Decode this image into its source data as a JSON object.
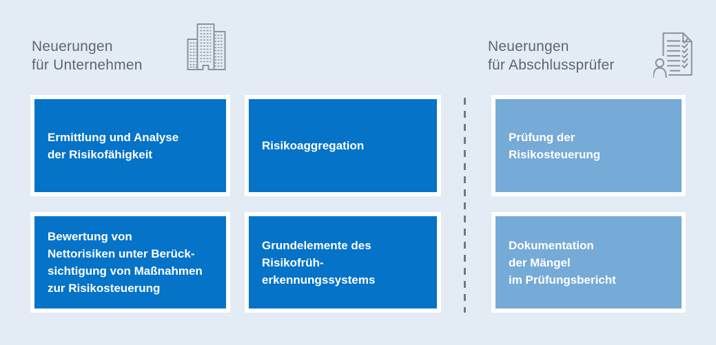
{
  "colors": {
    "page_bg": "#e3ecf5",
    "primary_blue": "#0473c8",
    "light_blue": "#76aad7",
    "card_border": "#ffffff",
    "header_text": "#60656b",
    "icon_stroke": "#8b9199",
    "divider": "#73777c",
    "box_text": "#ffffff"
  },
  "headers": {
    "left": {
      "title": "Neuerungen\nfür Unternehmen",
      "icon": "buildings-icon"
    },
    "right": {
      "title": "Neuerungen\nfür Abschlussprüfer",
      "icon": "audit-checklist-icon"
    }
  },
  "company_boxes": [
    {
      "label": "Ermittlung und Analyse\nder Risikofähigkeit"
    },
    {
      "label": "Risikoaggregation"
    },
    {
      "label": "Bewertung von\nNettorisiken unter Berück-\nsichtigung von Maßnahmen\nzur Risikosteuerung"
    },
    {
      "label": "Grundelemente des\nRisikofrüh-\nerkennungssystems"
    }
  ],
  "auditor_boxes": [
    {
      "label": "Prüfung der\nRisikosteuerung"
    },
    {
      "label": "Dokumentation\nder Mängel\nim Prüfungsbericht"
    }
  ]
}
